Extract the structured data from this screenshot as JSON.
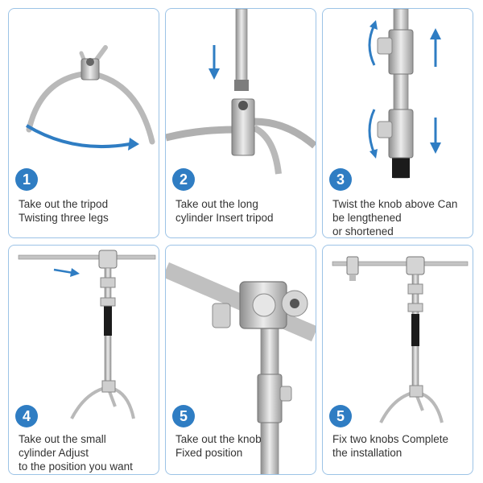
{
  "steps": [
    {
      "number": "1",
      "lines": [
        "Take out the tripod",
        "Twisting three legs"
      ]
    },
    {
      "number": "2",
      "lines": [
        "Take out the long",
        "cylinder Insert tripod"
      ]
    },
    {
      "number": "3",
      "lines": [
        "Twist the knob above Can",
        "be lengthened",
        "or  shortened"
      ]
    },
    {
      "number": "4",
      "lines": [
        "Take out the small",
        "cylinder Adjust",
        "to the position you want"
      ]
    },
    {
      "number": "5",
      "lines": [
        "Take out the knob",
        "Fixed position"
      ]
    },
    {
      "number": "5",
      "lines": [
        "Fix two knobs Complete",
        "the installation"
      ]
    }
  ],
  "colors": {
    "accent": "#2f7dc3",
    "border": "#9cc3e6",
    "text": "#333333"
  },
  "icons": [
    "arrow-icon",
    "rotate-arrow-icon"
  ]
}
